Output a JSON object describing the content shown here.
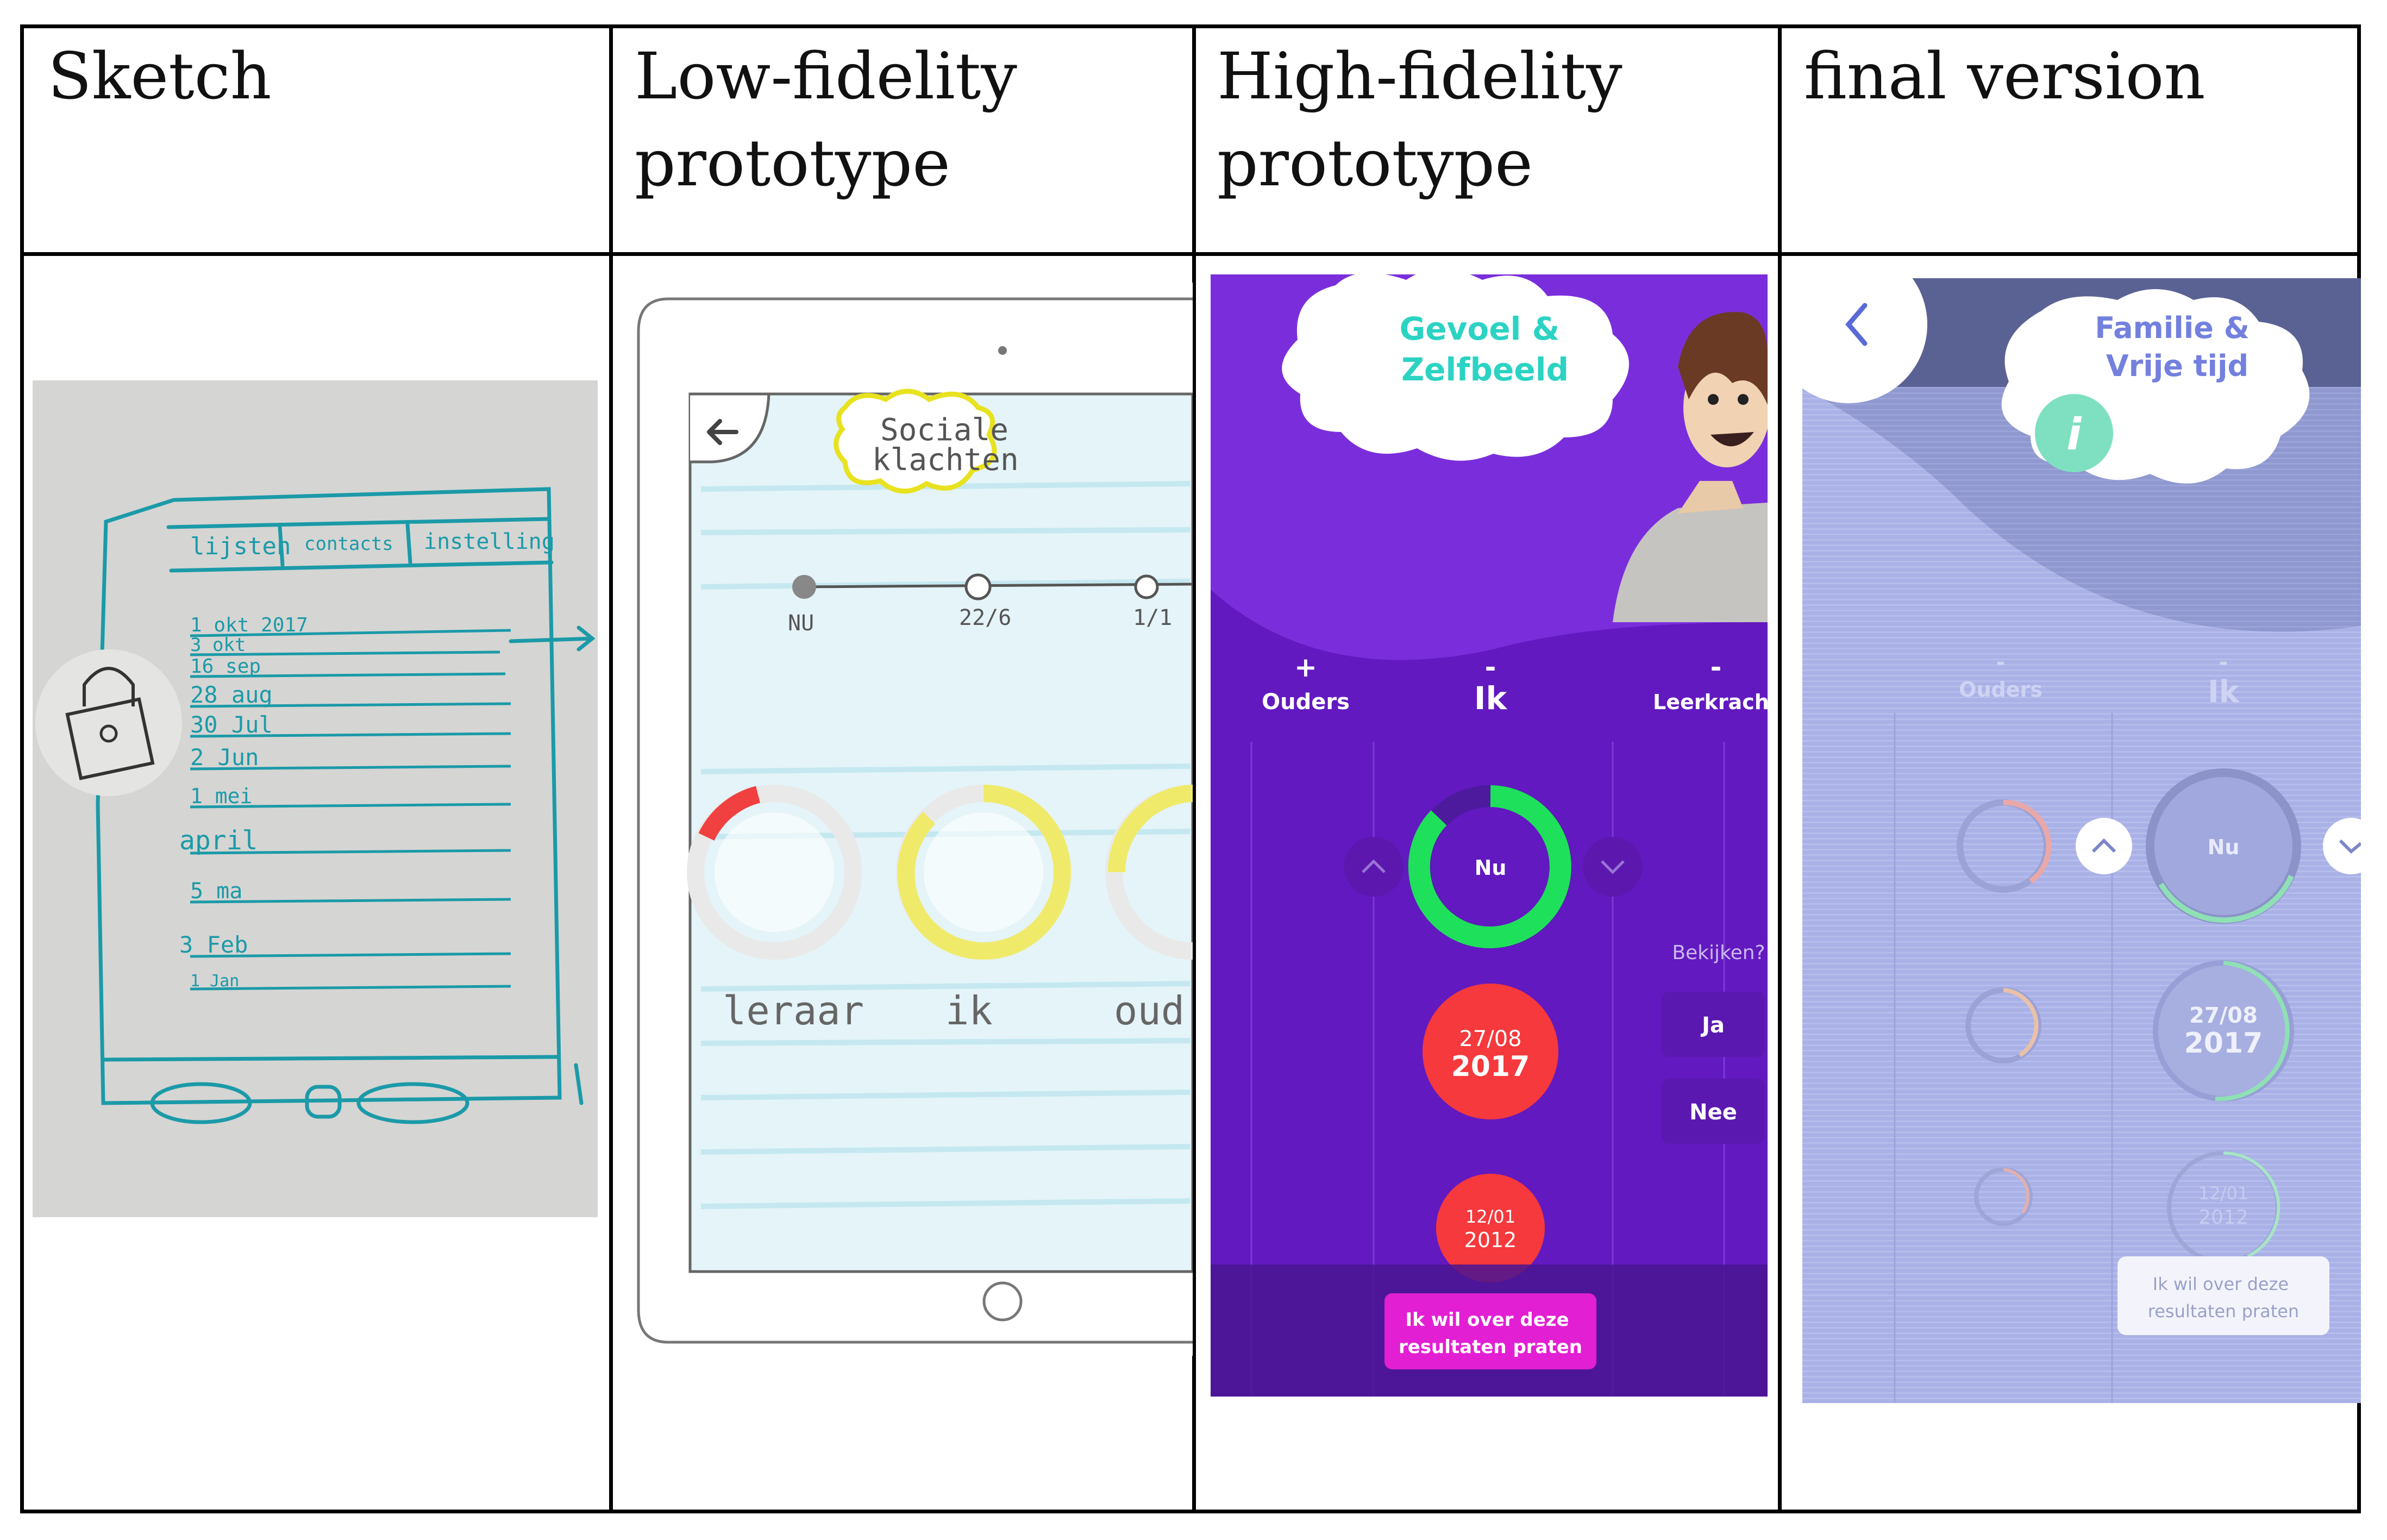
{
  "columns": [
    {
      "title": "Sketch"
    },
    {
      "title": "Low-fidelity\nprototype"
    },
    {
      "title": "High-fidelity\nprototype"
    },
    {
      "title": "final version"
    }
  ],
  "sketch": {
    "tabs": [
      "lijsten",
      "contacts",
      "instelling"
    ],
    "dates": [
      "1 okt 2017",
      "3 okt",
      "16 sep",
      "28 aug",
      "30 Jul",
      "2 Jun",
      "1 mei",
      "april",
      "5 ma",
      "3 Feb",
      "1 Jan"
    ]
  },
  "lowfi": {
    "cloud": "Sociale\nklachten",
    "timeline": [
      "NU",
      "22/6",
      "1/1"
    ],
    "rings": [
      "leraar",
      "ik",
      "oud"
    ]
  },
  "hifi": {
    "cloud": "Gevoel &\nZelfbeeld",
    "cols": [
      {
        "sign": "+",
        "label": "Ouders"
      },
      {
        "sign": "-",
        "label": "Ik"
      },
      {
        "sign": "-",
        "label": "Leerkracht"
      }
    ],
    "ring_label": "Nu",
    "date1": {
      "day": "27/08",
      "year": "2017"
    },
    "date2": {
      "day": "12/01",
      "year": "2012"
    },
    "question": "Bekijken?",
    "yes": "Ja",
    "no": "Nee",
    "cta": "Ik wil over deze\nresultaten praten",
    "colors": {
      "bg": "#6a23c9",
      "ring": "#1fe05b",
      "red": "#f5393c",
      "cta": "#e21fd3"
    }
  },
  "final": {
    "cloud": "Familie &\nVrije tijd",
    "info": "i",
    "cols": [
      {
        "sign": "-",
        "label": "Ouders"
      },
      {
        "sign": "-",
        "label": "Ik"
      }
    ],
    "ring_label": "Nu",
    "date1": {
      "day": "27/08",
      "year": "2017"
    },
    "date2": {
      "day": "12/01",
      "year": "2012"
    },
    "cta": "Ik wil over deze\nresultaten praten",
    "colors": {
      "bg": "#a9b1e6",
      "band": "#5a6294",
      "accent": "#7ee0c0"
    }
  }
}
